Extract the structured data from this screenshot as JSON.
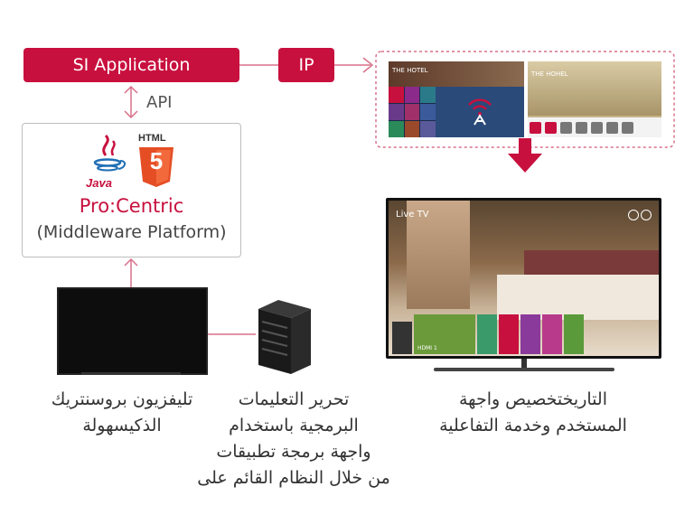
{
  "si_application": {
    "label": "SI Application"
  },
  "ip": {
    "label": "IP"
  },
  "api": {
    "label": "API"
  },
  "middleware": {
    "java_label": "Java",
    "html5_label": "HTML",
    "html5_digit": "5",
    "brand": "Pro:Centric",
    "subtitle": "(Middleware Platform)"
  },
  "screens": {
    "left_screen_title": "THE HOTEL",
    "right_screen_title": "THE HOHEL",
    "big_tv_label": "Live TV",
    "big_tv_tile": "HDMI 1"
  },
  "captions": {
    "smart_tv": [
      "تليفزيون بروسنتريك",
      "الذكيسهولة"
    ],
    "api_programming": [
      "تحرير التعليمات",
      "البرمجية باستخدام",
      "واجهة برمجة تطبيقات",
      "من خلال النظام القائم على"
    ],
    "ui_customization": [
      "التاريختخصيص واجهة",
      "المستخدم وخدمة التفاعلية"
    ]
  },
  "colors": {
    "accent_red": "#c8103e",
    "border_gray": "#bdbdbd",
    "connector_pink": "#d9708a"
  }
}
